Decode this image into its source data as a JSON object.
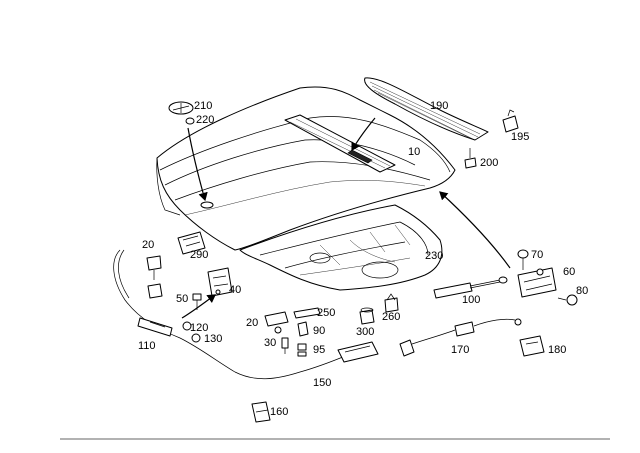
{
  "labels": {
    "p10": "10",
    "p20a": "20",
    "p20b": "20",
    "p30": "30",
    "p40": "40",
    "p50": "50",
    "p60": "60",
    "p70": "70",
    "p80": "80",
    "p90": "90",
    "p95": "95",
    "p100": "100",
    "p110": "110",
    "p120": "120",
    "p130": "130",
    "p150": "150",
    "p160": "160",
    "p170": "170",
    "p180": "180",
    "p190": "190",
    "p195": "195",
    "p200": "200",
    "p210": "210",
    "p220": "220",
    "p230": "230",
    "p250": "250",
    "p260": "260",
    "p290": "290",
    "p300": "300"
  }
}
